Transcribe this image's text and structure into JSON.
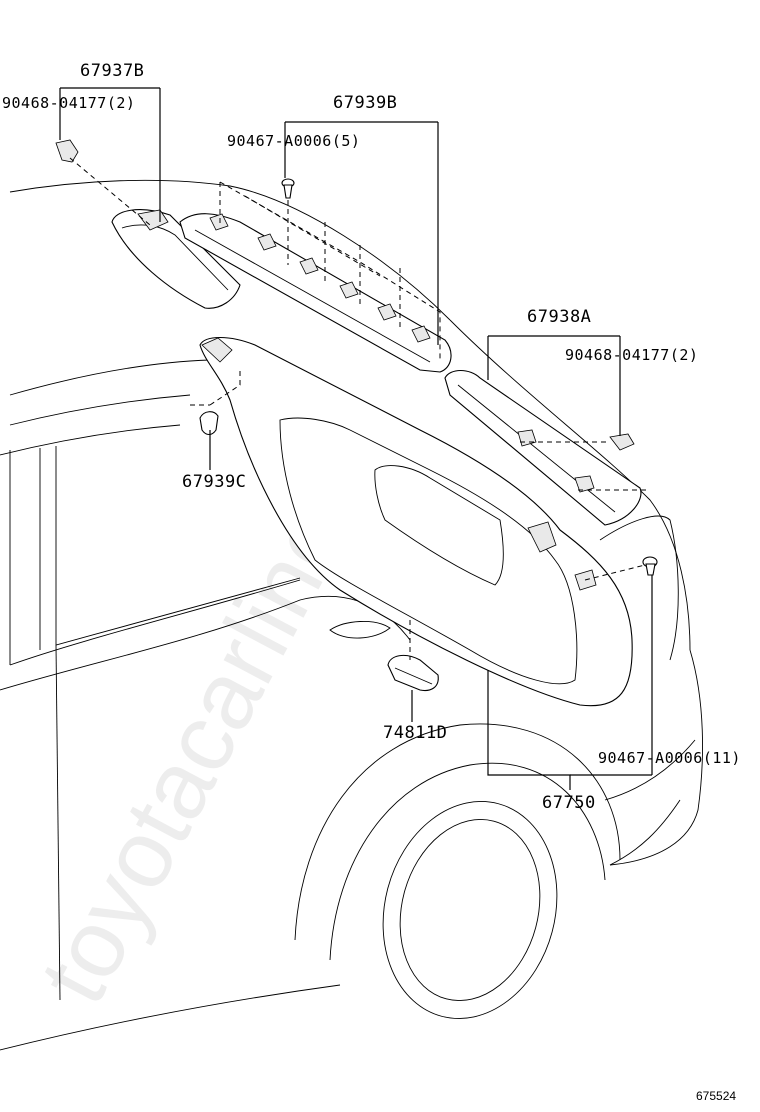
{
  "parts": {
    "p67937B": "67937B",
    "p90468_left": "90468-04177(2)",
    "p67939B": "67939B",
    "p90467_5": "90467-A0006(5)",
    "p67938A": "67938A",
    "p90468_right": "90468-04177(2)",
    "p67939C": "67939C",
    "p74811D": "74811D",
    "p90467_11": "90467-A0006(11)",
    "p67750": "67750"
  },
  "diagram_id": "675524",
  "watermark": "toyotacarline.ru"
}
